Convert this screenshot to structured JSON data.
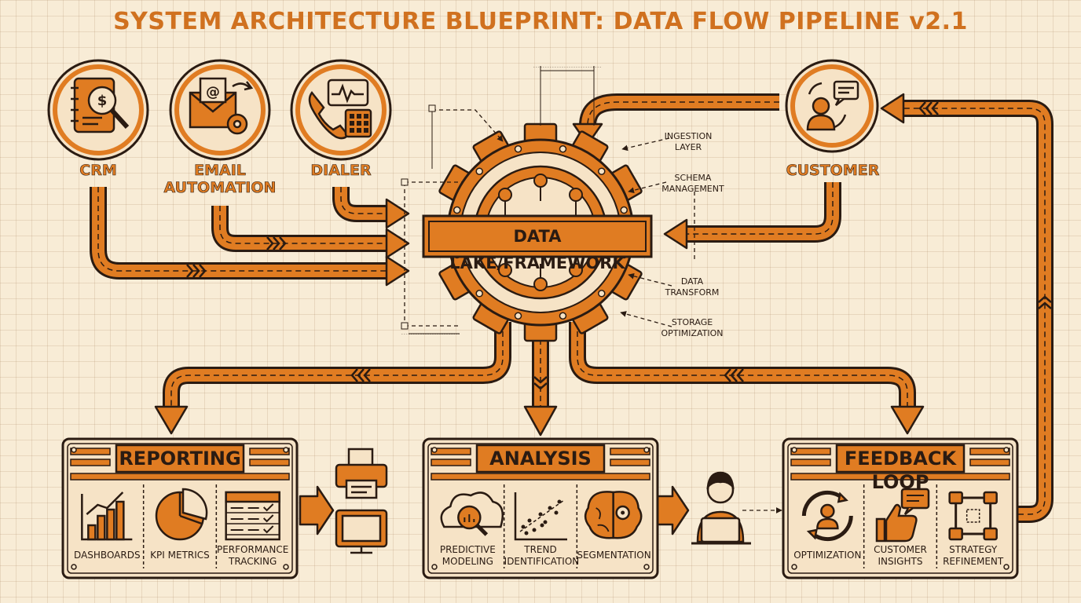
{
  "title": "SYSTEM ARCHITECTURE BLUEPRINT: DATA FLOW PIPELINE v2.1",
  "sources": [
    {
      "label": "CRM",
      "icon": "crm-ledger-icon"
    },
    {
      "label": "EMAIL\nAUTOMATION",
      "icon": "email-gear-icon"
    },
    {
      "label": "DIALER",
      "icon": "phone-dialer-icon"
    }
  ],
  "customer": {
    "label": "CUSTOMER",
    "icon": "customer-chat-icon"
  },
  "hub": {
    "label": "DATA LAKE/FRAMEWORK",
    "icon": "gear-network-icon"
  },
  "annotations": [
    {
      "label": "INGESTION\nLAYER"
    },
    {
      "label": "SCHEMA\nMANAGEMENT"
    },
    {
      "label": "DATA\nTRANSFORM"
    },
    {
      "label": "STORAGE\nOPTIMIZATION"
    }
  ],
  "panels": [
    {
      "title": "REPORTING",
      "items": [
        {
          "label": "DASHBOARDS",
          "icon": "bar-chart-icon"
        },
        {
          "label": "KPI METRICS",
          "icon": "pie-chart-icon"
        },
        {
          "label": "PERFORMANCE\nTRACKING",
          "icon": "checklist-table-icon"
        }
      ]
    },
    {
      "title": "ANALYSIS",
      "items": [
        {
          "label": "PREDICTIVE\nMODELING",
          "icon": "cloud-search-icon"
        },
        {
          "label": "TREND\nIDENTIFICATION",
          "icon": "scatter-plot-icon"
        },
        {
          "label": "SEGMENTATION",
          "icon": "brain-gear-icon"
        }
      ]
    },
    {
      "title": "FEEDBACK LOOP",
      "items": [
        {
          "label": "OPTIMIZATION",
          "icon": "cycle-person-icon"
        },
        {
          "label": "CUSTOMER\nINSIGHTS",
          "icon": "thumbs-up-chat-icon"
        },
        {
          "label": "STRATEGY\nREFINEMENT",
          "icon": "strategy-cycle-icon"
        }
      ]
    }
  ],
  "outputs": [
    {
      "icon": "printer-icon"
    },
    {
      "icon": "monitor-icon"
    },
    {
      "icon": "user-laptop-icon"
    }
  ],
  "colors": {
    "accent": "#e07c22",
    "ink": "#2a1b12",
    "paper": "#f8ecd6",
    "light": "#f6e3c6"
  }
}
